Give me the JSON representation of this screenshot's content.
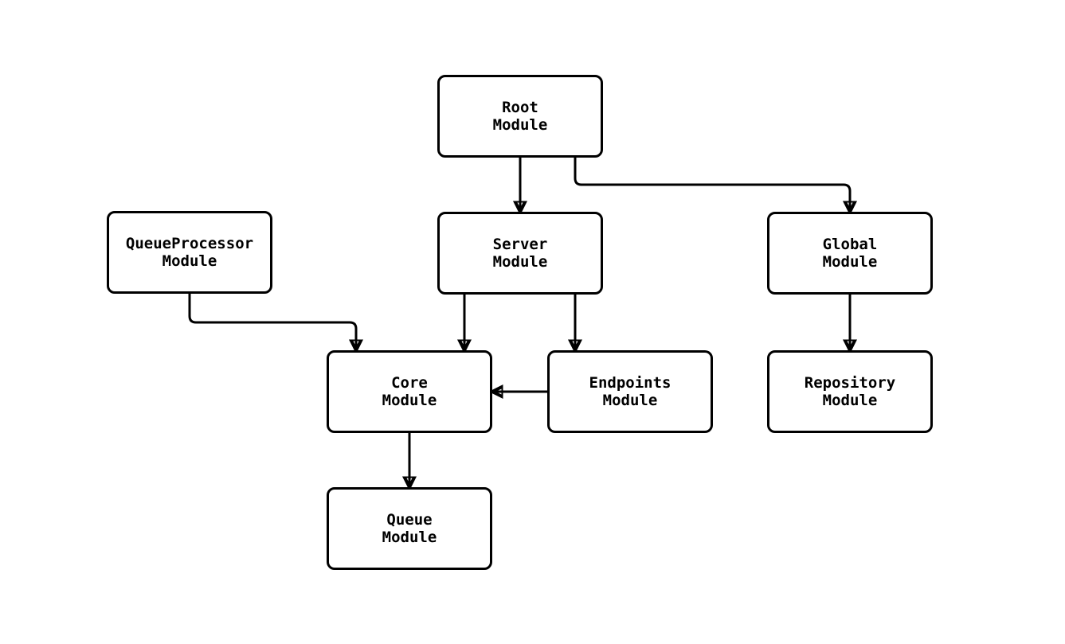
{
  "diagram": {
    "type": "flowchart",
    "nodes": {
      "root": {
        "label": "Root\nModule"
      },
      "queueprocessor": {
        "label": "QueueProcessor\nModule"
      },
      "server": {
        "label": "Server\nModule"
      },
      "global": {
        "label": "Global\nModule"
      },
      "core": {
        "label": "Core\nModule"
      },
      "endpoints": {
        "label": "Endpoints\nModule"
      },
      "repository": {
        "label": "Repository\nModule"
      },
      "queue": {
        "label": "Queue\nModule"
      }
    },
    "edges": [
      {
        "from": "root",
        "to": "server"
      },
      {
        "from": "root",
        "to": "global"
      },
      {
        "from": "queueprocessor",
        "to": "core"
      },
      {
        "from": "server",
        "to": "core"
      },
      {
        "from": "server",
        "to": "endpoints"
      },
      {
        "from": "global",
        "to": "repository"
      },
      {
        "from": "endpoints",
        "to": "core"
      },
      {
        "from": "core",
        "to": "queue"
      }
    ],
    "colors": {
      "background": "#ffffff",
      "node_fill": "#ffffff",
      "stroke": "#000000",
      "text": "#000000"
    }
  }
}
